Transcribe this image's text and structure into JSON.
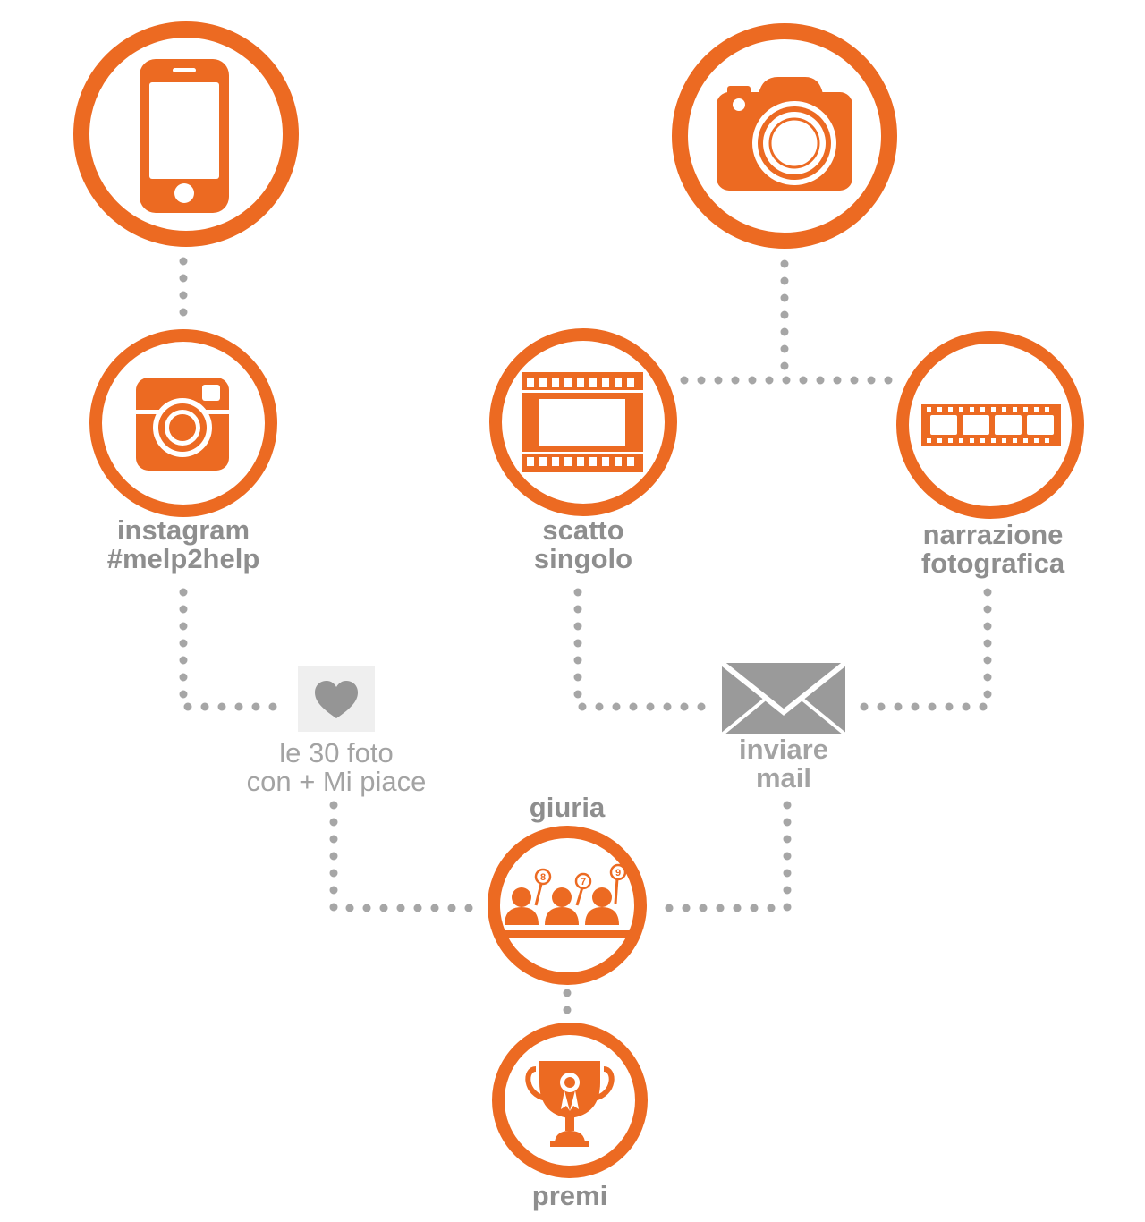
{
  "colors": {
    "accent": "#ec6a22",
    "connector": "#a6a6a6",
    "label": "#8e8e8e",
    "mail": "#9a9a9a"
  },
  "nodes": {
    "smartphone": {
      "icon": "smartphone-icon"
    },
    "camera": {
      "icon": "camera-icon"
    },
    "instagram": {
      "icon": "instagram-icon",
      "line1": "instagram",
      "line2": "#melp2help"
    },
    "single_shot": {
      "icon": "film-frame-icon",
      "line1": "scatto",
      "line2": "singolo"
    },
    "photo_story": {
      "icon": "film-strip-icon",
      "line1": "narrazione",
      "line2": "fotografica"
    },
    "likes": {
      "icon": "heart-icon",
      "line1": "le 30 foto",
      "line2": "con + Mi piace"
    },
    "mail": {
      "icon": "envelope-icon",
      "line1": "inviare",
      "line2": "mail"
    },
    "jury": {
      "icon": "jury-icon",
      "label": "giuria",
      "scores": [
        "8",
        "7",
        "9"
      ]
    },
    "prizes": {
      "icon": "trophy-icon",
      "label": "premi"
    }
  }
}
